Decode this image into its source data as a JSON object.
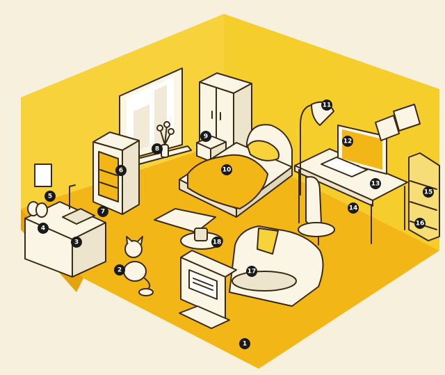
{
  "colors": {
    "background": "#f7f0dc",
    "wall": "#f7d23a",
    "floor": "#f3b617",
    "outline": "#3a2a12",
    "furniture": "#fbf5e6",
    "marker": "#1a1a1a"
  },
  "markers": [
    {
      "n": "1",
      "label": "1",
      "item": "floor"
    },
    {
      "n": "2",
      "label": "2",
      "item": "cat"
    },
    {
      "n": "3",
      "label": "3",
      "item": "sink"
    },
    {
      "n": "4",
      "label": "4",
      "item": "kitchen-counter"
    },
    {
      "n": "5",
      "label": "5",
      "item": "dish-rack"
    },
    {
      "n": "6",
      "label": "6",
      "item": "fridge-contents"
    },
    {
      "n": "7",
      "label": "7",
      "item": "fridge"
    },
    {
      "n": "8",
      "label": "8",
      "item": "flower-vase"
    },
    {
      "n": "9",
      "label": "9",
      "item": "nightstand"
    },
    {
      "n": "10",
      "label": "10",
      "item": "bed"
    },
    {
      "n": "11",
      "label": "11",
      "item": "floor-lamp"
    },
    {
      "n": "12",
      "label": "12",
      "item": "computer-monitor"
    },
    {
      "n": "13",
      "label": "13",
      "item": "headphones"
    },
    {
      "n": "14",
      "label": "14",
      "item": "floor-clutter"
    },
    {
      "n": "15",
      "label": "15",
      "item": "shelf-boxes"
    },
    {
      "n": "16",
      "label": "16",
      "item": "shelf-bottom"
    },
    {
      "n": "17",
      "label": "17",
      "item": "sofa"
    },
    {
      "n": "18",
      "label": "18",
      "item": "coffee-table-items"
    }
  ]
}
